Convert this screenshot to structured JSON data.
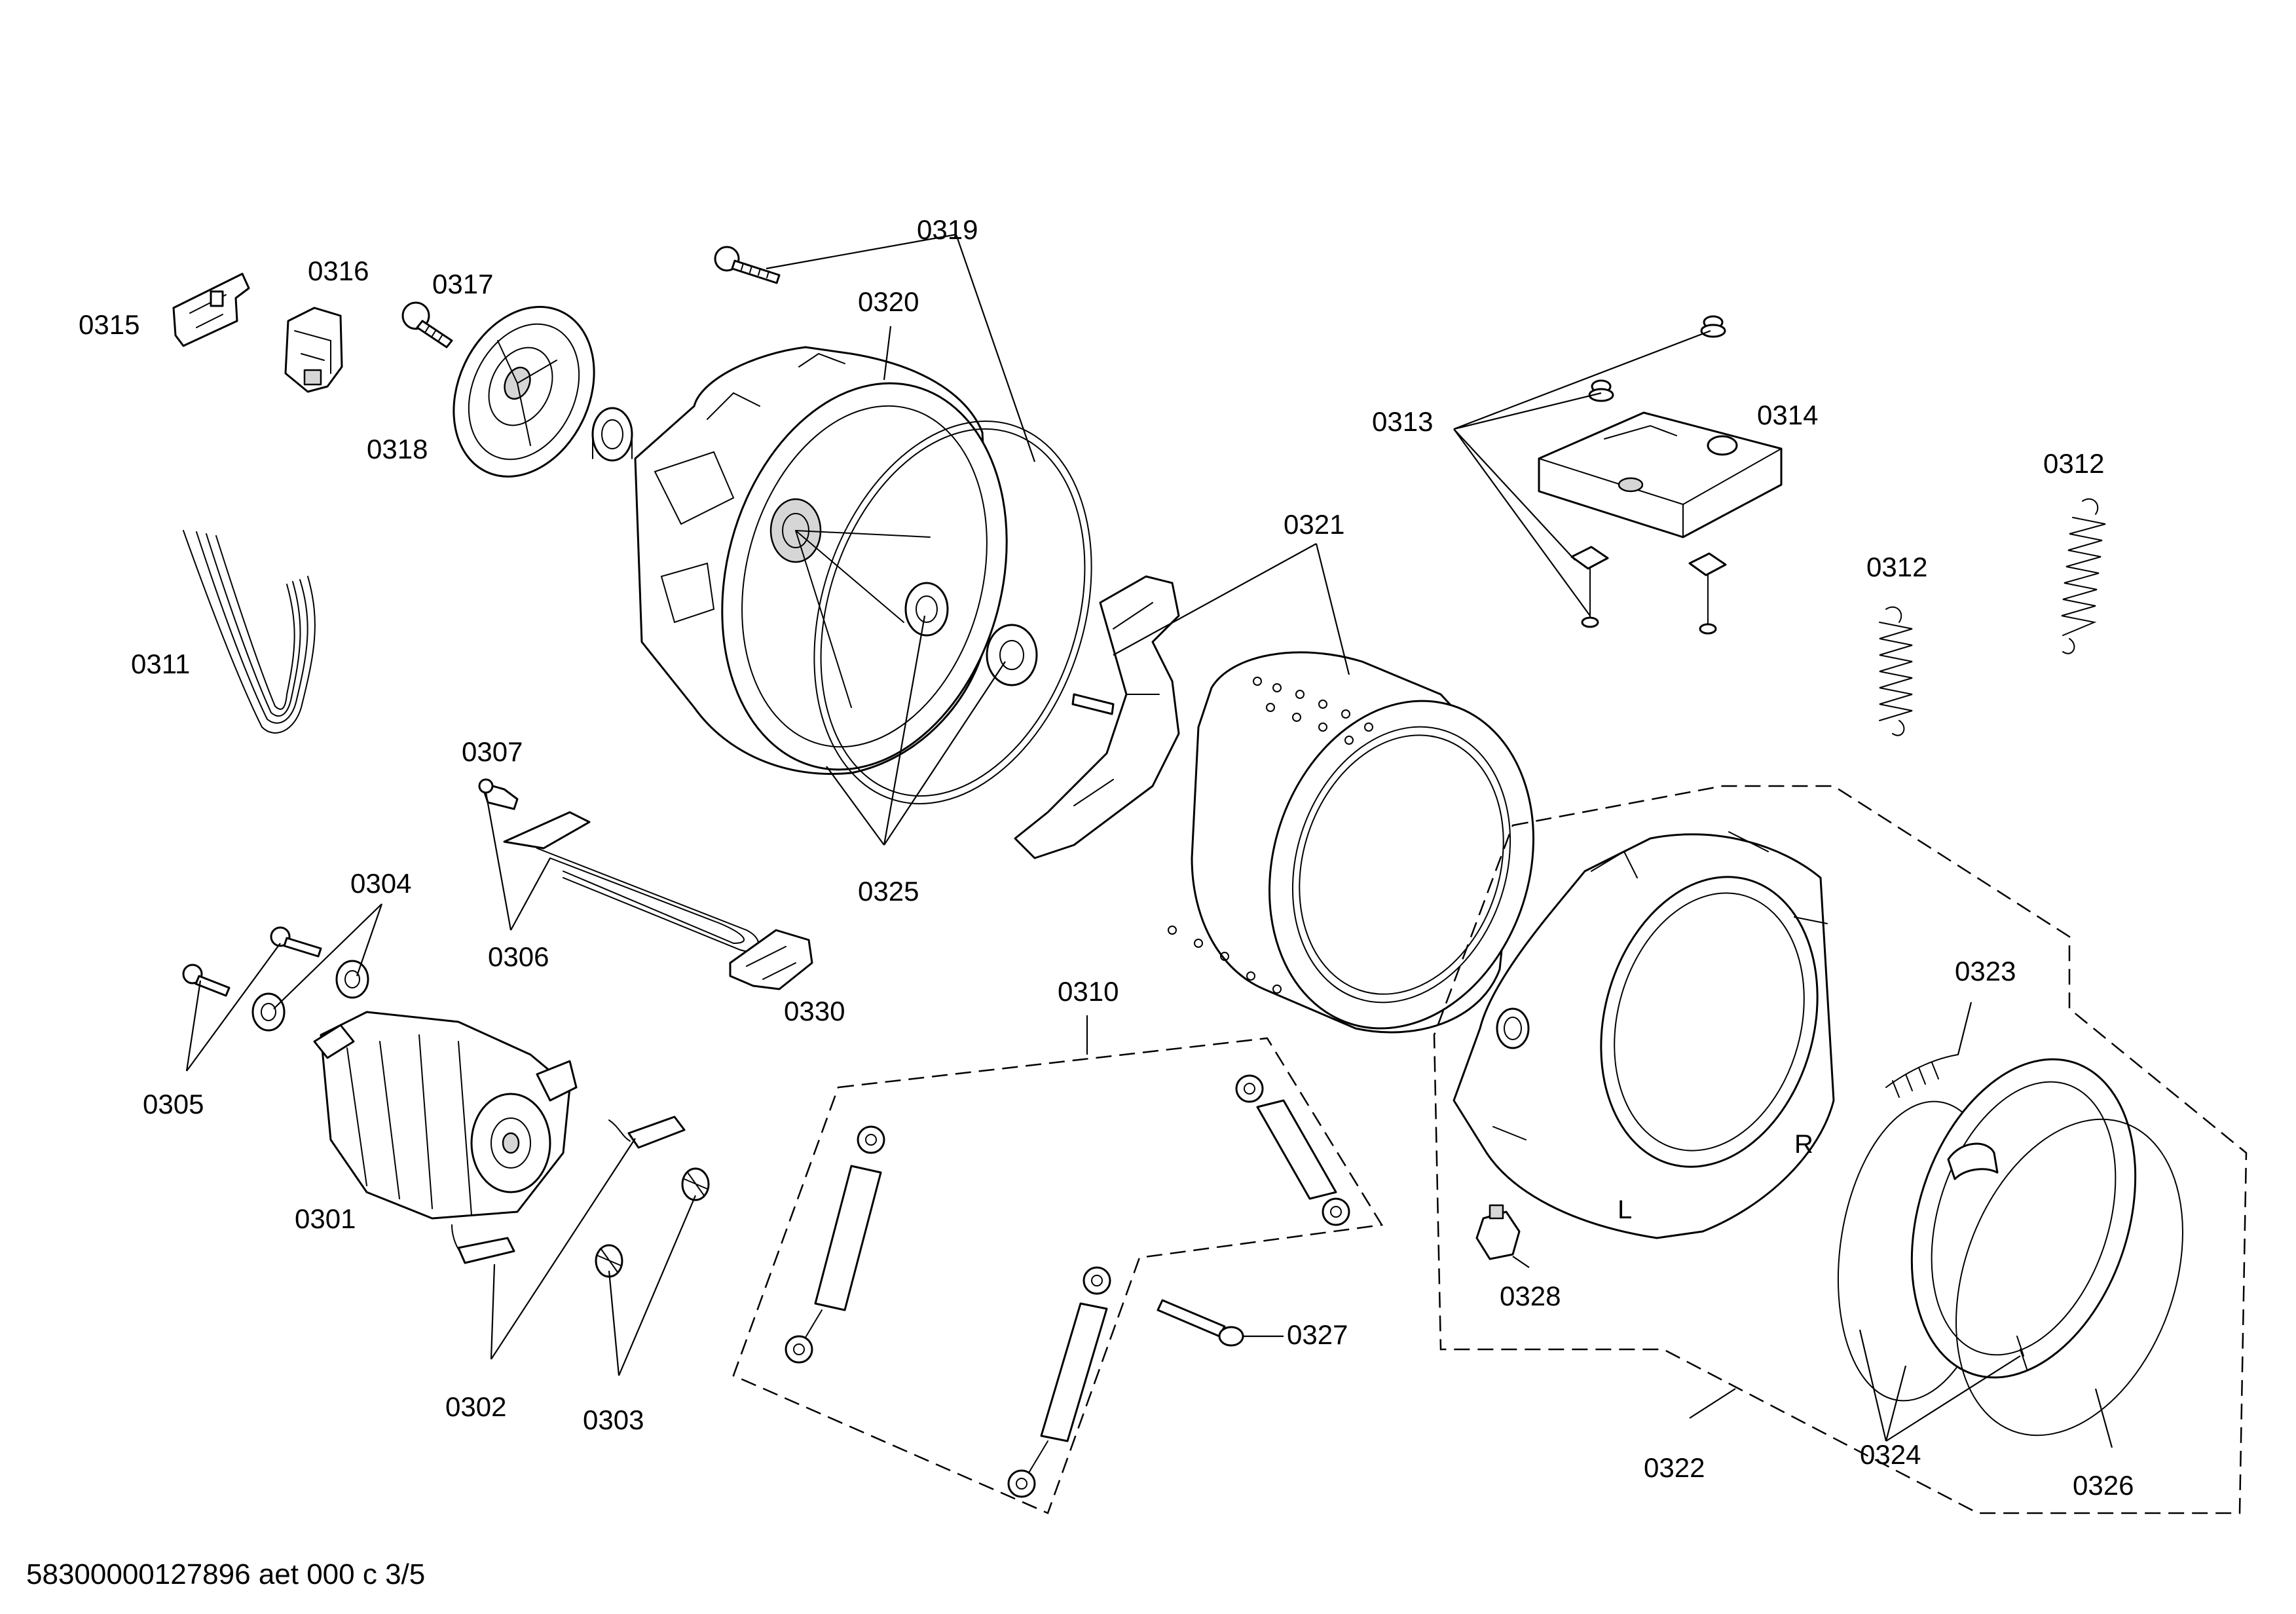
{
  "labels": {
    "p0301": "0301",
    "p0302": "0302",
    "p0303": "0303",
    "p0304": "0304",
    "p0305": "0305",
    "p0306": "0306",
    "p0307": "0307",
    "p0310": "0310",
    "p0311": "0311",
    "p0312a": "0312",
    "p0312b": "0312",
    "p0313": "0313",
    "p0314": "0314",
    "p0315": "0315",
    "p0316": "0316",
    "p0317": "0317",
    "p0318": "0318",
    "p0319": "0319",
    "p0320": "0320",
    "p0321": "0321",
    "p0322": "0322",
    "p0323": "0323",
    "p0324": "0324",
    "p0325": "0325",
    "p0326": "0326",
    "p0327": "0327",
    "p0328": "0328",
    "p0330": "0330"
  },
  "footer": "58300000127896 aet 000 c 3/5"
}
